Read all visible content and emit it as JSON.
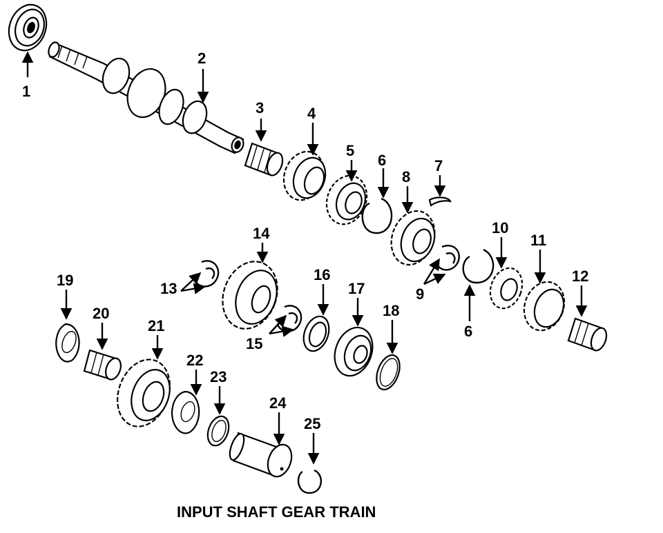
{
  "title": "INPUT SHAFT GEAR TRAIN",
  "callouts": [
    "1",
    "2",
    "3",
    "4",
    "5",
    "6",
    "7",
    "8",
    "9",
    "10",
    "11",
    "12",
    "13",
    "14",
    "15",
    "16",
    "17",
    "18",
    "19",
    "20",
    "21",
    "22",
    "23",
    "24",
    "25"
  ],
  "parts": [
    "bearing-icon",
    "input-shaft-icon",
    "needle-bearing-icon",
    "gear-icon",
    "synchro-hub-icon",
    "snap-ring-icon",
    "key-icon",
    "gear-icon",
    "snap-ring-icon",
    "synchro-hub-icon",
    "gear-icon",
    "needle-bearing-icon",
    "snap-ring-icon",
    "gear-icon",
    "snap-ring-icon",
    "synchro-ring-icon",
    "bearing-icon",
    "shim-icon",
    "thrust-washer-icon",
    "needle-bearing-icon",
    "gear-icon",
    "thrust-washer-icon",
    "seal-ring-icon",
    "shaft-sleeve-icon",
    "snap-ring-icon"
  ]
}
